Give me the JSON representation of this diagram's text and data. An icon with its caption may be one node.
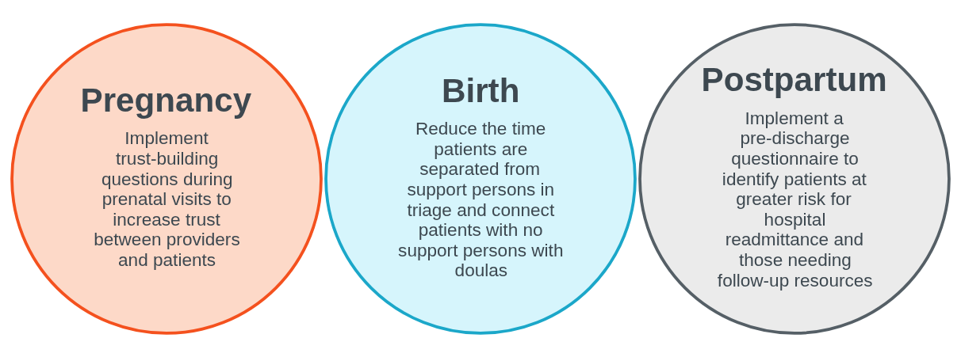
{
  "diagram": {
    "nodes": [
      {
        "text": [
          "Pregnancy",
          "Implement trust-building questions during prenatal visits to increase trust between providers and patients"
        ]
      },
      {
        "text": [
          "Birth",
          "Reduce the time patients are separated from support persons in triage and connect patients with no support persons with doulas"
        ]
      },
      {
        "text": [
          "Postpartum",
          "Implement a pre-discharge questionnaire to identify patients at greater risk for hospital readmittance and those needing follow-up resources"
        ]
      }
    ]
  }
}
